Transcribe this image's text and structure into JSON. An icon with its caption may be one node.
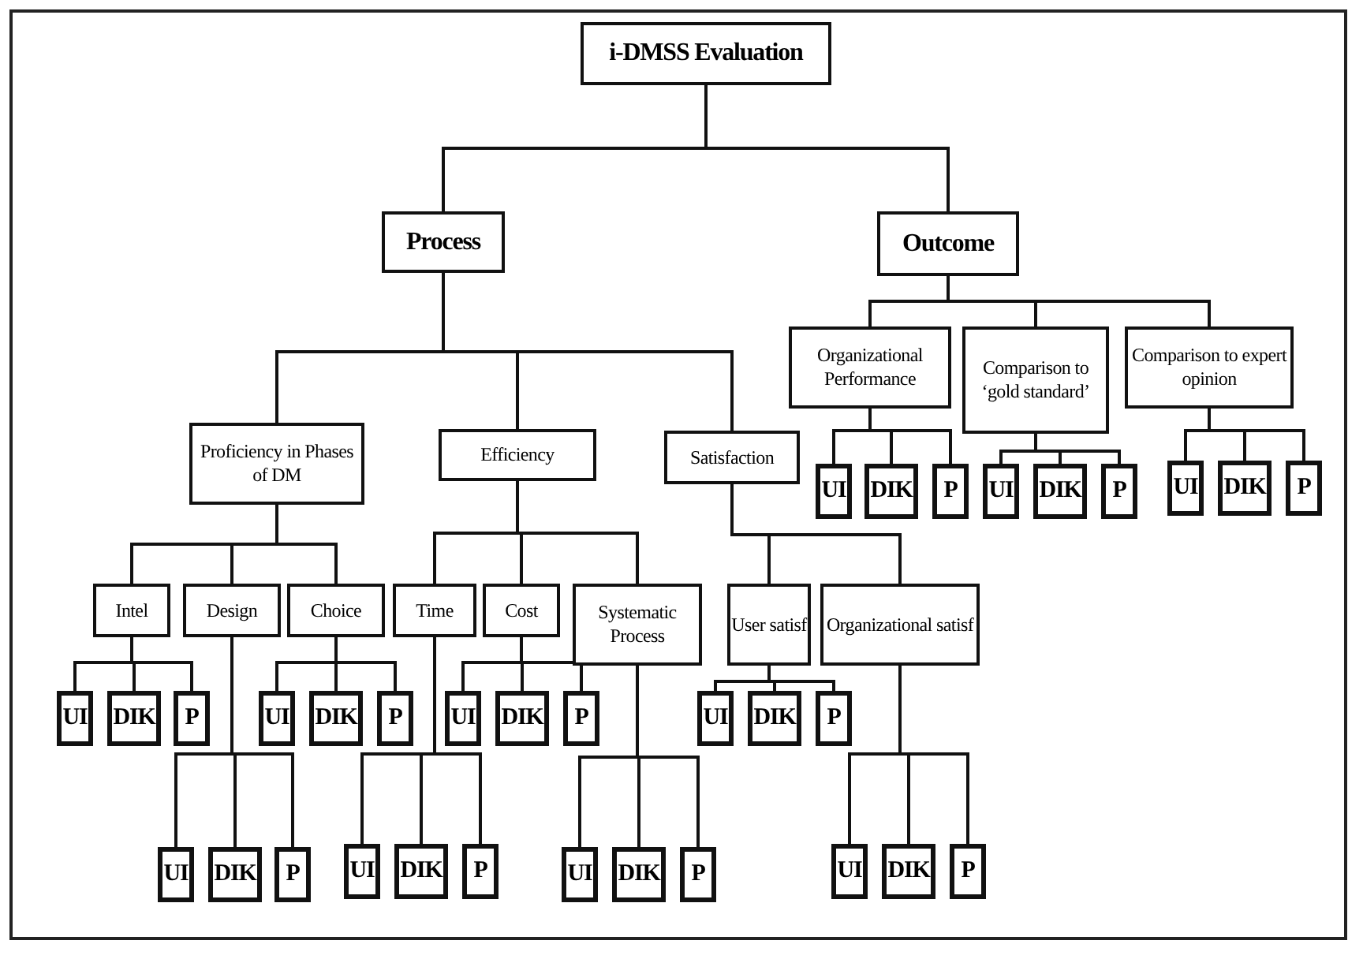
{
  "diagram": {
    "nodes": [
      {
        "text": [
          "i-DMSS Evaluation"
        ]
      },
      {
        "text": [
          "Process"
        ]
      },
      {
        "text": [
          "Outcome"
        ]
      },
      {
        "text": [
          "Organizational Performance"
        ]
      },
      {
        "text": [
          "Comparison to ‘gold standard’"
        ]
      },
      {
        "text": [
          "Comparison to expert opinion"
        ]
      },
      {
        "text": [
          "Proficiency in Phases of DM"
        ]
      },
      {
        "text": [
          "Efficiency"
        ]
      },
      {
        "text": [
          "Satisfaction"
        ]
      },
      {
        "text": [
          "Intel"
        ]
      },
      {
        "text": [
          "Design"
        ]
      },
      {
        "text": [
          "Choice"
        ]
      },
      {
        "text": [
          "Time"
        ]
      },
      {
        "text": [
          "Cost"
        ]
      },
      {
        "text": [
          "Systematic Process"
        ]
      },
      {
        "text": [
          "User satisf"
        ]
      },
      {
        "text": [
          "Organizational satisf"
        ]
      },
      {
        "text": [
          "UI"
        ]
      },
      {
        "text": [
          "DIK"
        ]
      },
      {
        "text": [
          "P"
        ]
      },
      {
        "text": [
          "UI"
        ]
      },
      {
        "text": [
          "DIK"
        ]
      },
      {
        "text": [
          "P"
        ]
      },
      {
        "text": [
          "UI"
        ]
      },
      {
        "text": [
          "DIK"
        ]
      },
      {
        "text": [
          "P"
        ]
      },
      {
        "text": [
          "UI"
        ]
      },
      {
        "text": [
          "DIK"
        ]
      },
      {
        "text": [
          "P"
        ]
      },
      {
        "text": [
          "UI"
        ]
      },
      {
        "text": [
          "DIK"
        ]
      },
      {
        "text": [
          "P"
        ]
      },
      {
        "text": [
          "UI"
        ]
      },
      {
        "text": [
          "DIK"
        ]
      },
      {
        "text": [
          "P"
        ]
      },
      {
        "text": [
          "UI"
        ]
      },
      {
        "text": [
          "DIK"
        ]
      },
      {
        "text": [
          "P"
        ]
      },
      {
        "text": [
          "UI"
        ]
      },
      {
        "text": [
          "DIK"
        ]
      },
      {
        "text": [
          "P"
        ]
      },
      {
        "text": [
          "UI"
        ]
      },
      {
        "text": [
          "DIK"
        ]
      },
      {
        "text": [
          "P"
        ]
      },
      {
        "text": [
          "UI"
        ]
      },
      {
        "text": [
          "DIK"
        ]
      },
      {
        "text": [
          "P"
        ]
      },
      {
        "text": [
          "UI"
        ]
      },
      {
        "text": [
          "DIK"
        ]
      },
      {
        "text": [
          "P"
        ]
      }
    ],
    "edges": [
      {
        "from": 0,
        "to": 1,
        "arrow": "none"
      },
      {
        "from": 0,
        "to": 2,
        "arrow": "none"
      },
      {
        "from": 2,
        "to": 3,
        "arrow": "none"
      },
      {
        "from": 2,
        "to": 4,
        "arrow": "none"
      },
      {
        "from": 2,
        "to": 5,
        "arrow": "none"
      },
      {
        "from": 1,
        "to": 6,
        "arrow": "none"
      },
      {
        "from": 1,
        "to": 7,
        "arrow": "none"
      },
      {
        "from": 1,
        "to": 8,
        "arrow": "none"
      },
      {
        "from": 6,
        "to": 9,
        "arrow": "none"
      },
      {
        "from": 6,
        "to": 10,
        "arrow": "none"
      },
      {
        "from": 6,
        "to": 11,
        "arrow": "none"
      },
      {
        "from": 7,
        "to": 12,
        "arrow": "none"
      },
      {
        "from": 7,
        "to": 13,
        "arrow": "none"
      },
      {
        "from": 7,
        "to": 14,
        "arrow": "none"
      },
      {
        "from": 8,
        "to": 15,
        "arrow": "none"
      },
      {
        "from": 8,
        "to": 16,
        "arrow": "none"
      },
      {
        "from": 3,
        "to": 17,
        "arrow": "none"
      },
      {
        "from": 3,
        "to": 18,
        "arrow": "none"
      },
      {
        "from": 3,
        "to": 19,
        "arrow": "none"
      },
      {
        "from": 4,
        "to": 20,
        "arrow": "none"
      },
      {
        "from": 4,
        "to": 21,
        "arrow": "none"
      },
      {
        "from": 4,
        "to": 22,
        "arrow": "none"
      },
      {
        "from": 5,
        "to": 23,
        "arrow": "none"
      },
      {
        "from": 5,
        "to": 24,
        "arrow": "none"
      },
      {
        "from": 5,
        "to": 25,
        "arrow": "none"
      },
      {
        "from": 9,
        "to": 26,
        "arrow": "none"
      },
      {
        "from": 9,
        "to": 27,
        "arrow": "none"
      },
      {
        "from": 9,
        "to": 28,
        "arrow": "none"
      },
      {
        "from": 11,
        "to": 29,
        "arrow": "none"
      },
      {
        "from": 11,
        "to": 30,
        "arrow": "none"
      },
      {
        "from": 11,
        "to": 31,
        "arrow": "none"
      },
      {
        "from": 13,
        "to": 32,
        "arrow": "none"
      },
      {
        "from": 13,
        "to": 33,
        "arrow": "none"
      },
      {
        "from": 13,
        "to": 34,
        "arrow": "none"
      },
      {
        "from": 15,
        "to": 35,
        "arrow": "none"
      },
      {
        "from": 15,
        "to": 36,
        "arrow": "none"
      },
      {
        "from": 15,
        "to": 37,
        "arrow": "none"
      },
      {
        "from": 10,
        "to": 38,
        "arrow": "none"
      },
      {
        "from": 10,
        "to": 39,
        "arrow": "none"
      },
      {
        "from": 10,
        "to": 40,
        "arrow": "none"
      },
      {
        "from": 12,
        "to": 41,
        "arrow": "none"
      },
      {
        "from": 12,
        "to": 42,
        "arrow": "none"
      },
      {
        "from": 12,
        "to": 43,
        "arrow": "none"
      },
      {
        "from": 14,
        "to": 44,
        "arrow": "none"
      },
      {
        "from": 14,
        "to": 45,
        "arrow": "none"
      },
      {
        "from": 14,
        "to": 46,
        "arrow": "none"
      },
      {
        "from": 16,
        "to": 47,
        "arrow": "none"
      },
      {
        "from": 16,
        "to": 48,
        "arrow": "none"
      },
      {
        "from": 16,
        "to": 49,
        "arrow": "none"
      }
    ]
  }
}
